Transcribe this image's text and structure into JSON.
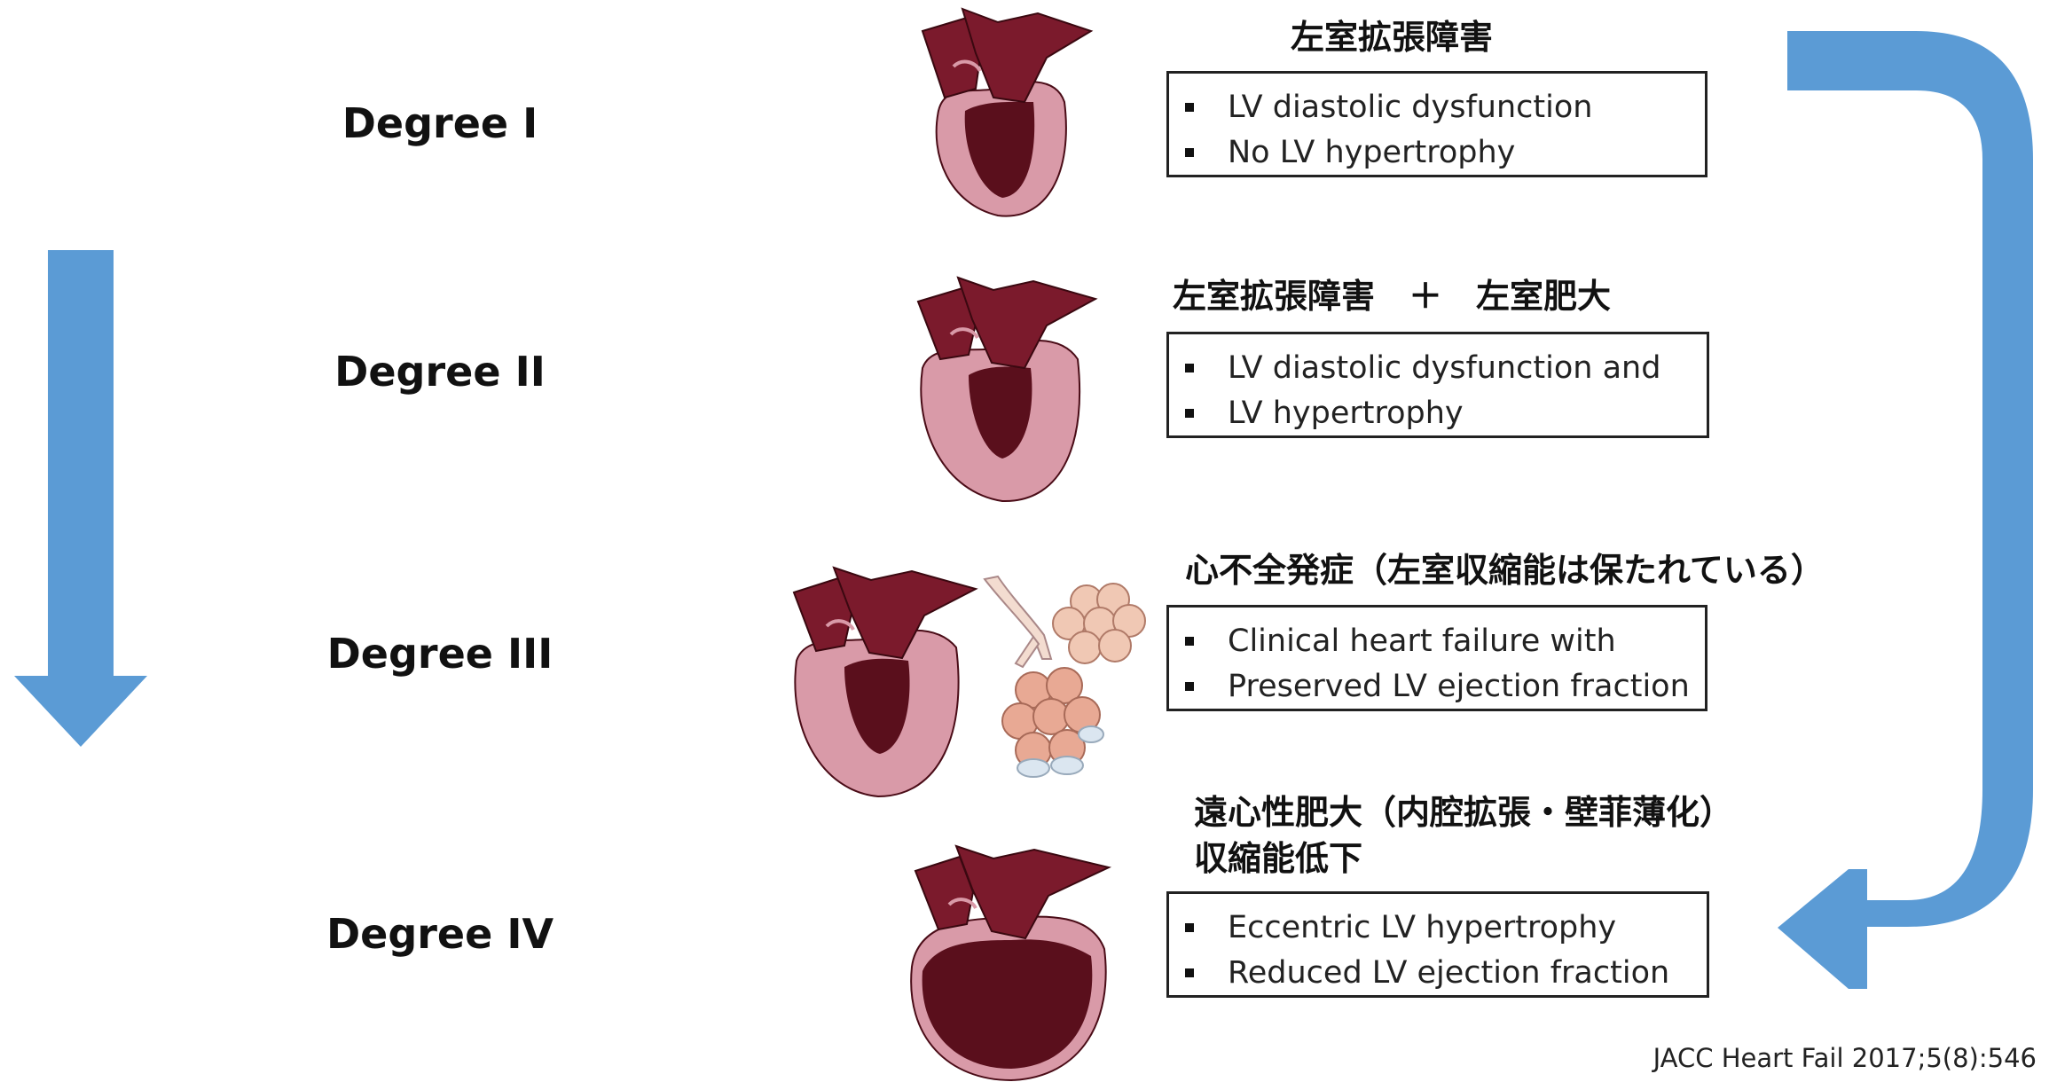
{
  "degrees": [
    {
      "label": "Degree I"
    },
    {
      "label": "Degree II"
    },
    {
      "label": "Degree III"
    },
    {
      "label": "Degree IV"
    }
  ],
  "stages": [
    {
      "heading": "左室拡張障害",
      "bullets": [
        "LV diastolic dysfunction",
        "No LV hypertrophy"
      ]
    },
    {
      "heading": "左室拡張障害　＋　左室肥大",
      "bullets": [
        "LV diastolic dysfunction and",
        "LV hypertrophy"
      ]
    },
    {
      "heading": "心不全発症（左室収縮能は保たれている）",
      "bullets": [
        "Clinical heart failure with",
        "Preserved LV ejection fraction"
      ]
    },
    {
      "heading_line1": "遠心性肥大（内腔拡張・壁菲薄化）",
      "heading_line2": "収縮能低下",
      "bullets": [
        "Eccentric LV hypertrophy",
        "Reduced LV ejection fraction"
      ]
    }
  ],
  "source": "JACC Heart Fail 2017;5(8):546",
  "colors": {
    "arrow_blue": "#5b9bd5",
    "myocardium_dark": "#7b1a2c",
    "myocardium_pink": "#d99aa8",
    "cavity": "#5a0f1c",
    "box_border": "#222222"
  },
  "icons": [
    "down-arrow-icon",
    "curved-return-arrow-icon",
    "heart-icon",
    "lung-alveoli-icon"
  ]
}
